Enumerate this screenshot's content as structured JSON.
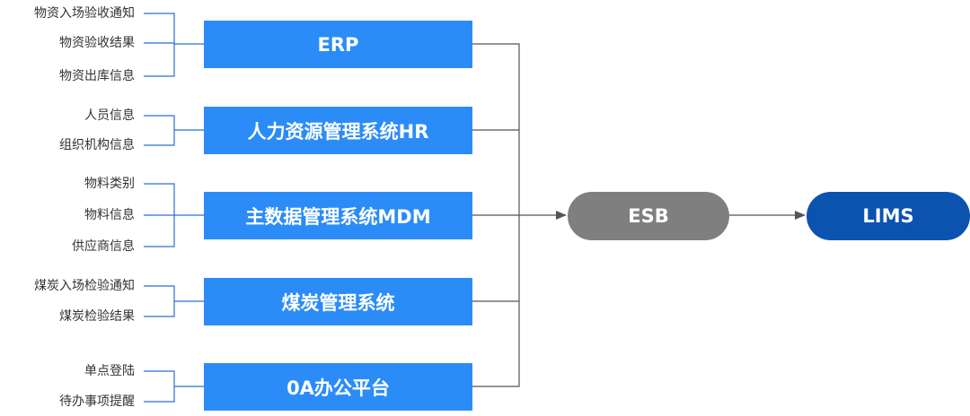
{
  "systems": [
    {
      "name": "ERP",
      "items": [
        "物资入场验收通知",
        "物资验收结果",
        "物资出库信息"
      ]
    },
    {
      "name": "人力资源管理系统HR",
      "items": [
        "人员信息",
        "组织机构信息"
      ]
    },
    {
      "name": "主数据管理系统MDM",
      "items": [
        "物料类别",
        "物料信息",
        "供应商信息"
      ]
    },
    {
      "name": "煤炭管理系统",
      "items": [
        "煤炭入场检验通知",
        "煤炭检验结果"
      ]
    },
    {
      "name": "0A办公平台",
      "items": [
        "单点登陆",
        "待办事项提醒"
      ]
    }
  ],
  "hub": {
    "label": "ESB"
  },
  "target": {
    "label": "LIMS"
  },
  "colors": {
    "system_box": "#2b8cf7",
    "hub": "#7f7f7f",
    "target": "#0c53b0",
    "line": "#555555"
  }
}
